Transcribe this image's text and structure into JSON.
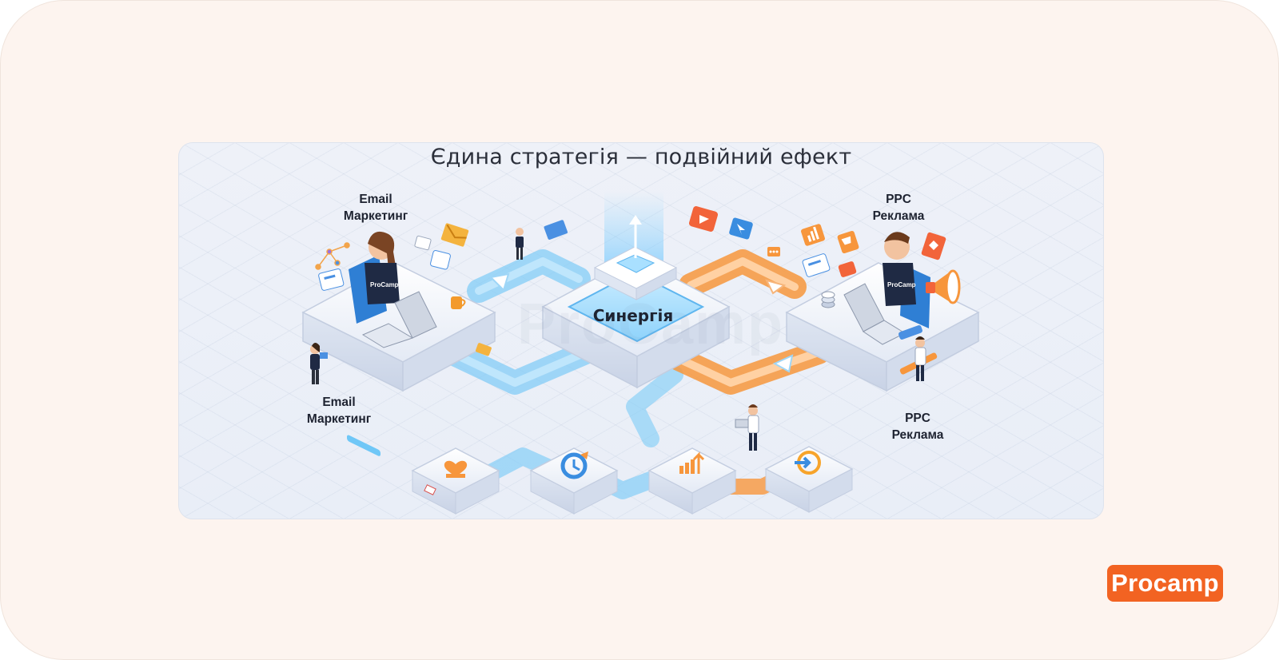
{
  "slide": {
    "title": "Єдина стратегія — подвійний ефект",
    "center_label": "Синергія",
    "watermark": "ProCamp",
    "labels": {
      "email_top_line1": "Email",
      "email_top_line2": "Маркетинг",
      "ppc_top_line1": "PPC",
      "ppc_top_line2": "Реклама",
      "email_bottom_line1": "Email",
      "email_bottom_line2": "Маркетинг",
      "ppc_bottom_line1": "PPC",
      "ppc_bottom_line2": "Реклама"
    },
    "shirt_text": "ProCamp",
    "logo": "Procamp"
  },
  "colors": {
    "slide_bg": "#fdf4ef",
    "panel_bg": "#eef1f8",
    "blue_flow": "#4cb4f5",
    "orange_flow": "#f5862c",
    "brand_orange": "#f26322",
    "shirt_navy": "#1f2a44"
  },
  "icons": [
    "envelope-icon",
    "heart-icon",
    "clock-icon",
    "growth-chart-icon",
    "target-icon",
    "megaphone-icon",
    "cart-icon",
    "play-icon",
    "laptop-icon",
    "coffee-mug-icon"
  ]
}
